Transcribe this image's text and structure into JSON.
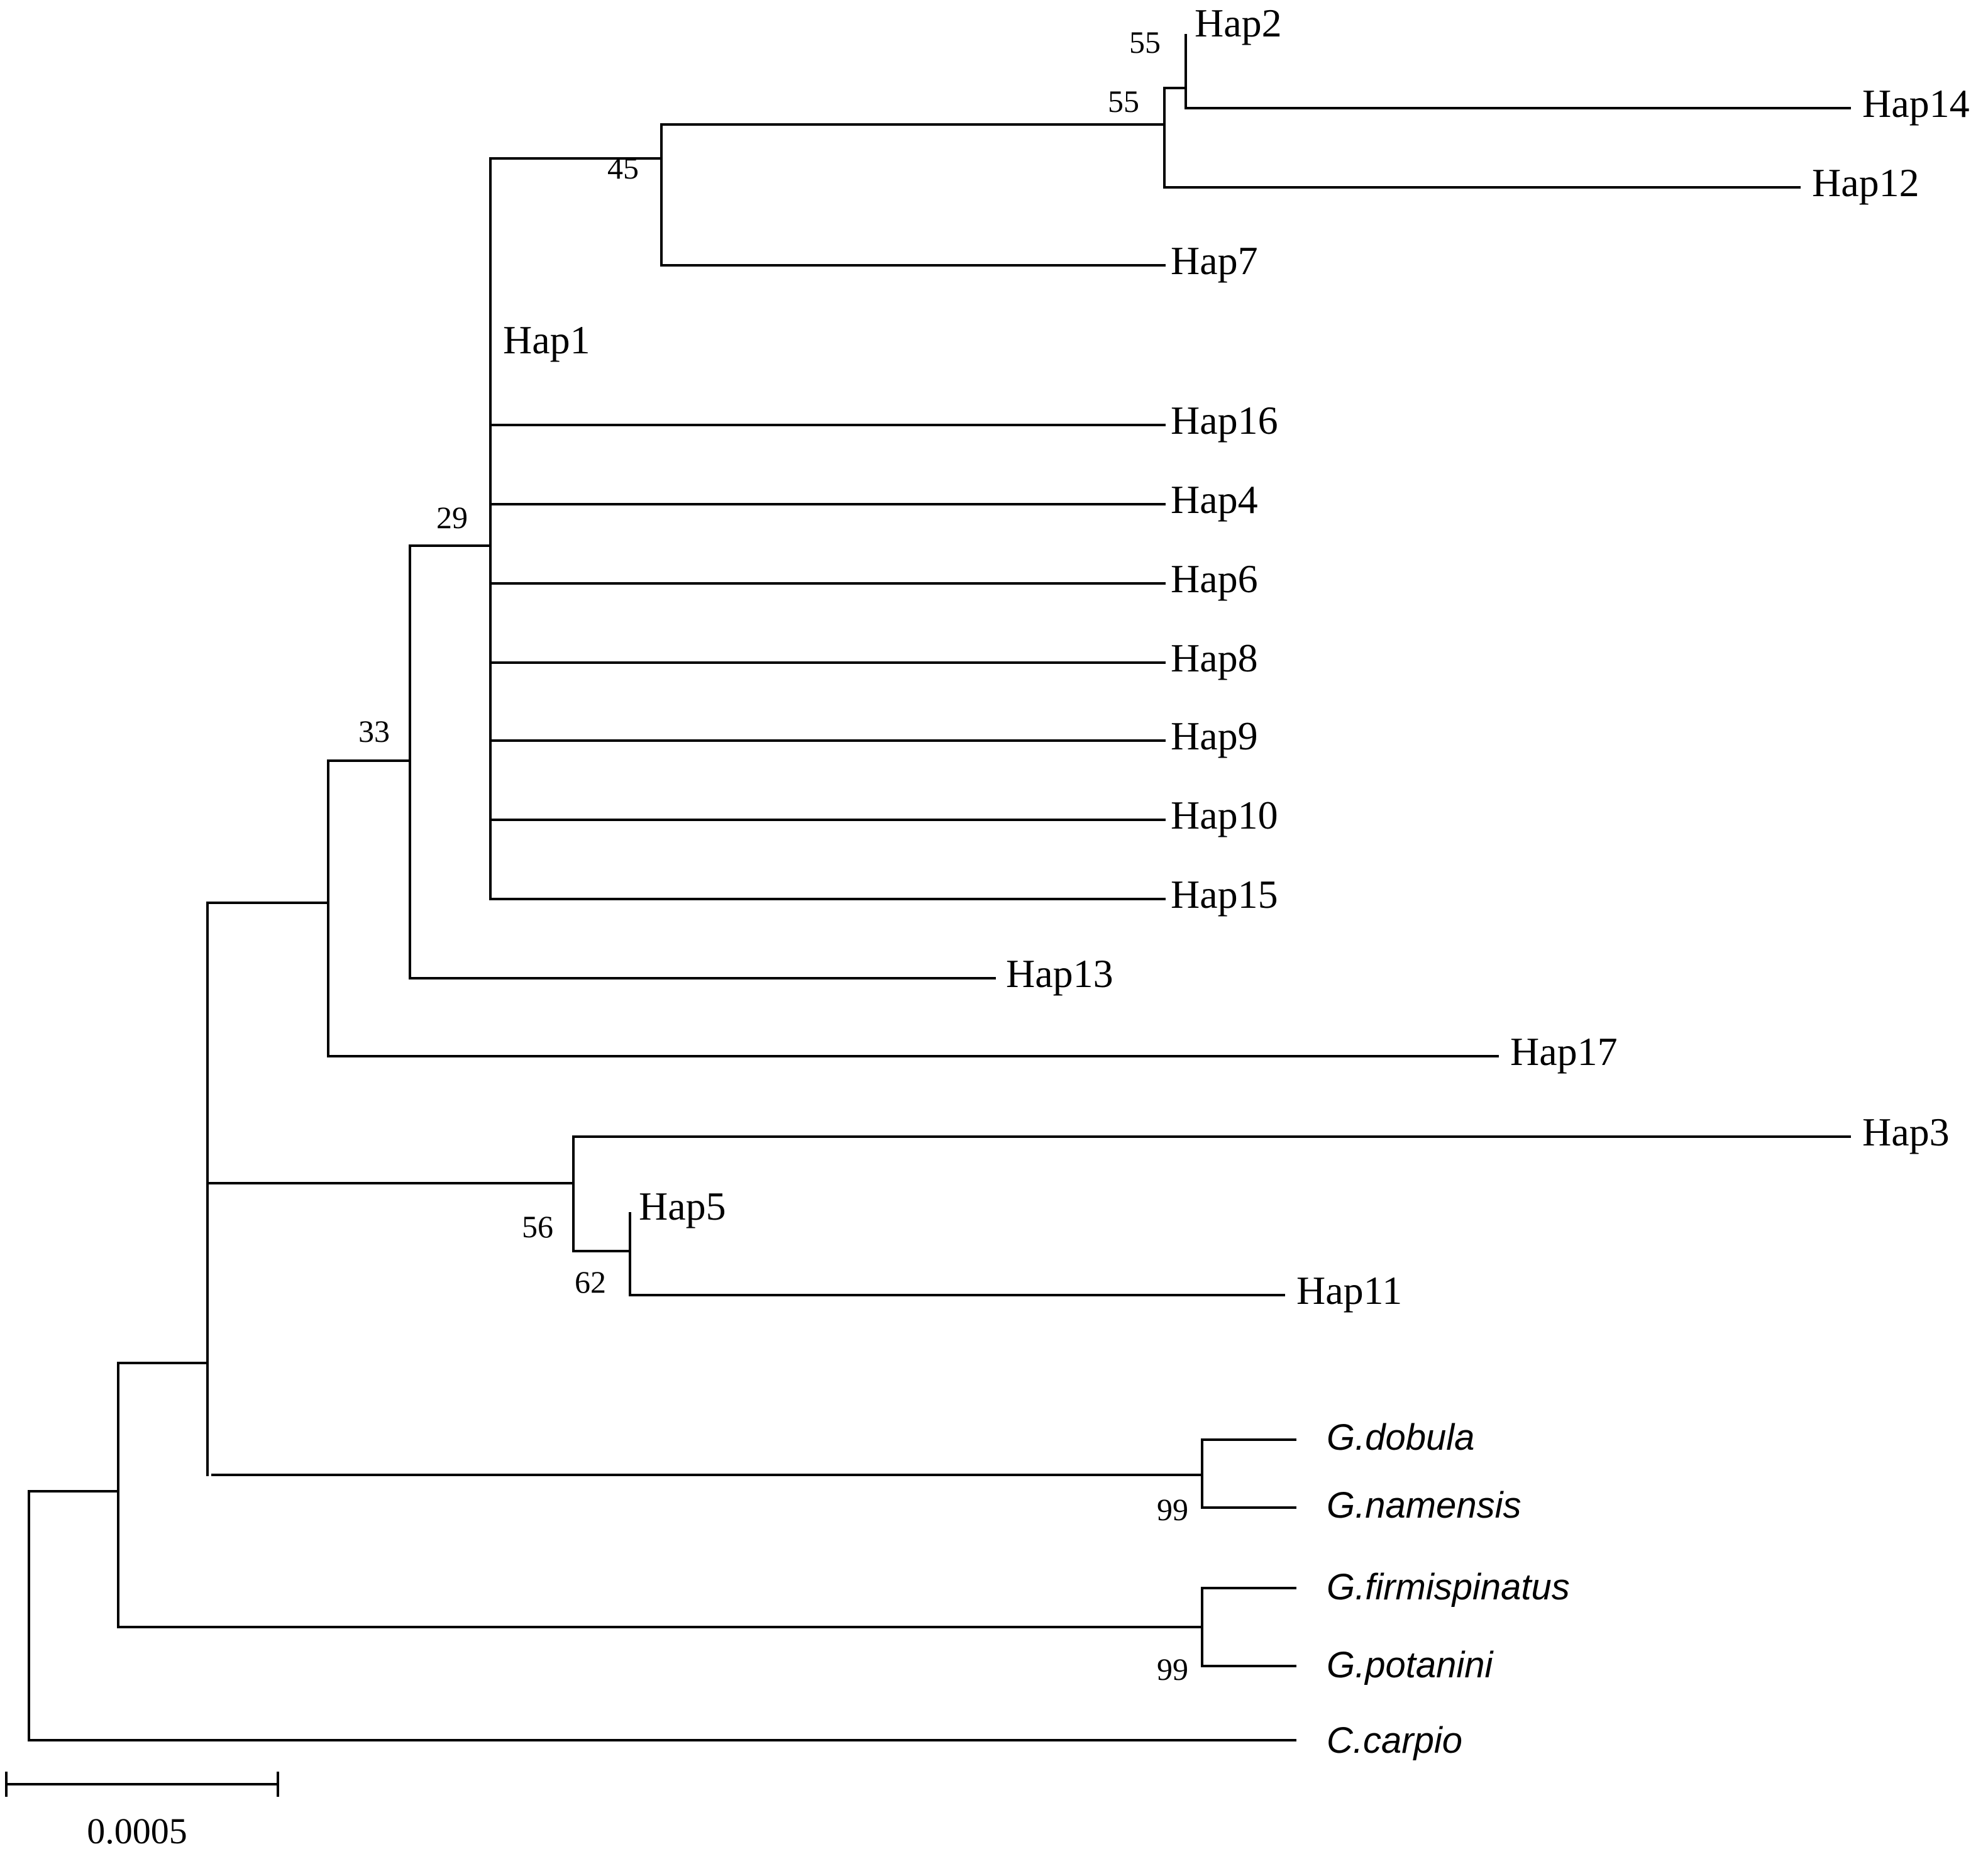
{
  "tree": {
    "taxa": {
      "hap1": "Hap1",
      "hap2": "Hap2",
      "hap3": "Hap3",
      "hap4": "Hap4",
      "hap5": "Hap5",
      "hap6": "Hap6",
      "hap7": "Hap7",
      "hap8": "Hap8",
      "hap9": "Hap9",
      "hap10": "Hap10",
      "hap11": "Hap11",
      "hap12": "Hap12",
      "hap13": "Hap13",
      "hap14": "Hap14",
      "hap15": "Hap15",
      "hap16": "Hap16",
      "hap17": "Hap17",
      "g_dobula": "G.dobula",
      "g_namensis": "G.namensis",
      "g_firmispinatus": "G.firmispinatus",
      "g_potanini": "G.potanini",
      "c_carpio": "C.carpio"
    },
    "bootstrap": {
      "hap2_node": "55",
      "hap2_hap14_node": "55",
      "hap7_clade": "45",
      "hap1_clade": "29",
      "hap13_clade": "33",
      "hap3_clade": "56",
      "hap5_node": "62",
      "dobula_namensis": "99",
      "firmispinatus_potanini": "99"
    },
    "scale_bar": {
      "label": "0.0005",
      "value": 0.0005
    }
  }
}
